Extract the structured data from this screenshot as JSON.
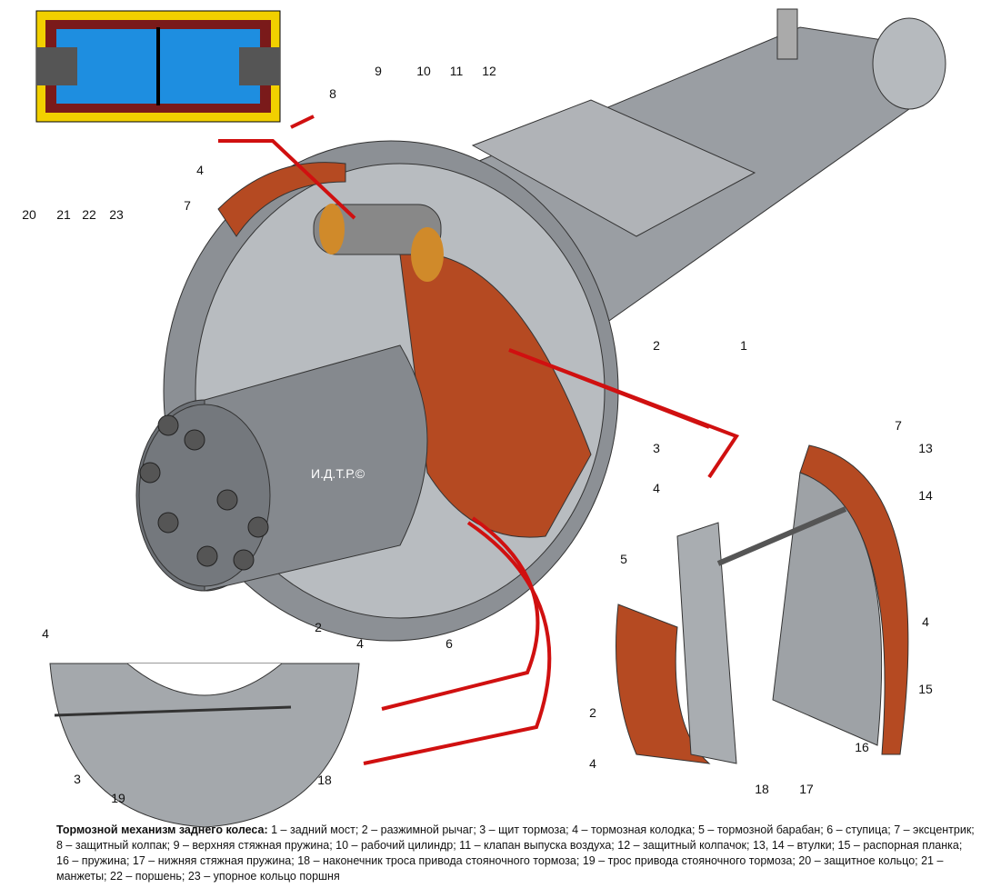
{
  "watermark": "И.Д.Т.Р.©",
  "labels": [
    {
      "t": "20",
      "id": "l20"
    },
    {
      "t": "21",
      "id": "l21"
    },
    {
      "t": "22",
      "id": "l22"
    },
    {
      "t": "23",
      "id": "l23"
    },
    {
      "t": "8",
      "id": "l8"
    },
    {
      "t": "9",
      "id": "l9"
    },
    {
      "t": "10",
      "id": "l10"
    },
    {
      "t": "11",
      "id": "l11"
    },
    {
      "t": "12",
      "id": "l12"
    },
    {
      "t": "4",
      "id": "l4a"
    },
    {
      "t": "7",
      "id": "l7a"
    },
    {
      "t": "2",
      "id": "l2a"
    },
    {
      "t": "1",
      "id": "l1"
    },
    {
      "t": "3",
      "id": "l3a"
    },
    {
      "t": "4",
      "id": "l4b"
    },
    {
      "t": "5",
      "id": "l5"
    },
    {
      "t": "6",
      "id": "l6"
    },
    {
      "t": "7",
      "id": "l7b"
    },
    {
      "t": "13",
      "id": "l13a"
    },
    {
      "t": "14",
      "id": "l14"
    },
    {
      "t": "4",
      "id": "l4c"
    },
    {
      "t": "15",
      "id": "l15"
    },
    {
      "t": "16",
      "id": "l16"
    },
    {
      "t": "17",
      "id": "l17"
    },
    {
      "t": "18",
      "id": "l18a"
    },
    {
      "t": "2",
      "id": "l2b"
    },
    {
      "t": "4",
      "id": "l4d"
    },
    {
      "t": "2",
      "id": "l2c"
    },
    {
      "t": "4",
      "id": "l4e"
    },
    {
      "t": "4",
      "id": "l4f"
    },
    {
      "t": "3",
      "id": "l3b"
    },
    {
      "t": "19",
      "id": "l19"
    },
    {
      "t": "18",
      "id": "l18b"
    }
  ],
  "caption": {
    "title": "Тормозной механизм заднего колеса:",
    "text": " 1 – задний мост; 2 – разжимной рычаг; 3 – щит тормоза; 4 – тормозная колодка; 5 – тормозной барабан; 6 – ступица; 7 – эксцентрик; 8 – защитный колпак; 9 – верхняя стяжная пружина; 10 – рабочий цилиндр; 11 – клапан выпуска воздуха; 12 – защитный колпачок; 13, 14 – втулки; 15 – распорная планка; 16 – пружина; 17 – нижняя стяжная пружина; 18 – наконечник троса привода стояночного тормоза; 19 – трос привода стояночного тормоза; 20 – защитное кольцо; 21 – манжеты; 22 – поршень; 23 – упорное кольцо поршня"
  }
}
